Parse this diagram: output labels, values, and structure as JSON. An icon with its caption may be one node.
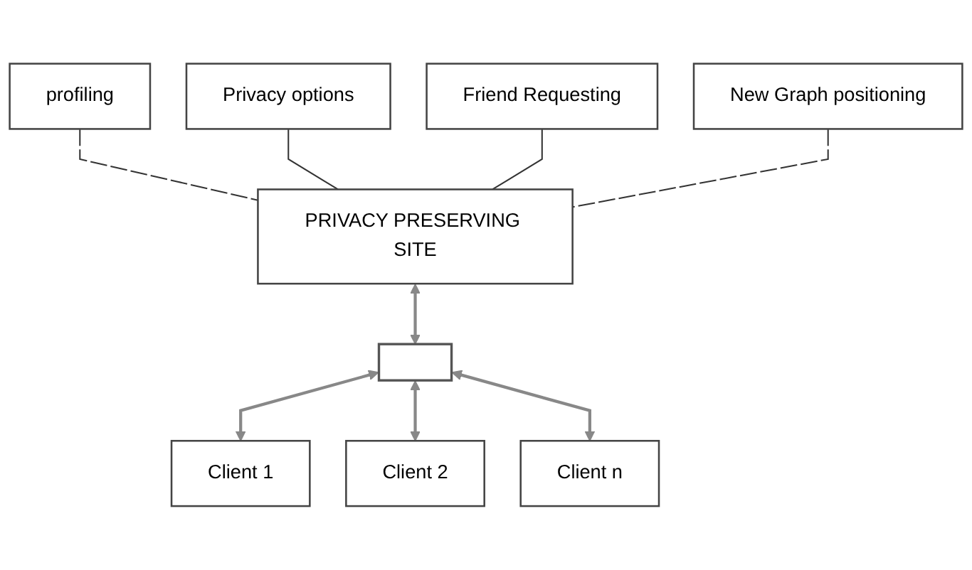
{
  "diagram": {
    "nodes": [
      {
        "text": [
          "profiling"
        ]
      },
      {
        "text": [
          "Privacy options"
        ]
      },
      {
        "text": [
          "Friend Requesting"
        ]
      },
      {
        "text": [
          "New Graph positioning"
        ]
      },
      {
        "text": [
          "PRIVACY PRESERVING SITE"
        ]
      },
      {
        "text": [],
        "shape": "bar"
      },
      {
        "text": [
          "Client 1"
        ]
      },
      {
        "text": [
          "Client 2"
        ]
      },
      {
        "text": [
          "Client n"
        ]
      }
    ],
    "edges": [
      {
        "from": 0,
        "to": 4,
        "arrow": "none",
        "style": "dashed"
      },
      {
        "from": 1,
        "to": 4,
        "arrow": "none"
      },
      {
        "from": 2,
        "to": 4,
        "arrow": "none"
      },
      {
        "from": 3,
        "to": 4,
        "arrow": "none",
        "style": "dashed"
      },
      {
        "from": 4,
        "to": 5,
        "arrow": "both"
      },
      {
        "from": 5,
        "to": 6,
        "arrow": "both"
      },
      {
        "from": 5,
        "to": 7,
        "arrow": "both"
      },
      {
        "from": 5,
        "to": 8,
        "arrow": "both"
      }
    ]
  }
}
